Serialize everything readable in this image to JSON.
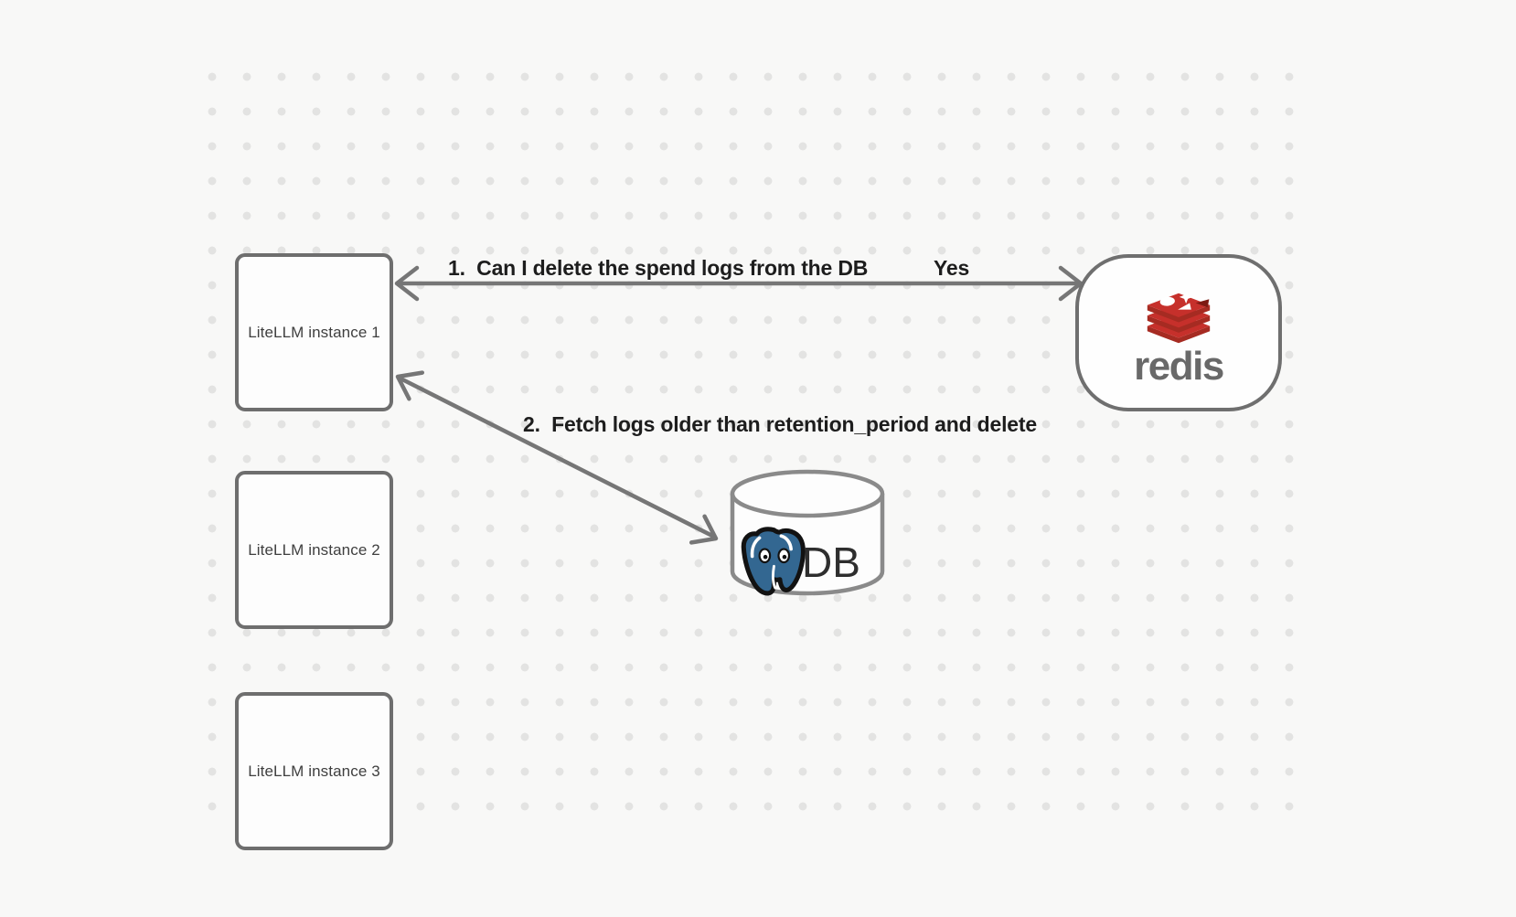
{
  "canvas": {
    "background_color": "#f8f8f7",
    "dot_color": "#e3e3e2"
  },
  "nodes": {
    "instances": [
      {
        "label": "LiteLLM instance 1"
      },
      {
        "label": "LiteLLM instance 2"
      },
      {
        "label": "LiteLLM instance 3"
      }
    ],
    "redis": {
      "label": "redis",
      "logo_red": "#c6302b",
      "wordmark_color": "#696969"
    },
    "db": {
      "label": "DB",
      "postgres_blue": "#336791"
    }
  },
  "edges": {
    "redis_edge": {
      "label": "1.  Can I delete the spend logs from the DB",
      "answer": "Yes"
    },
    "db_edge": {
      "label": "2.  Fetch logs older than retention_period and delete"
    }
  },
  "icons": {
    "redis_logo": "redis-stack-logo",
    "postgres_logo": "postgresql-elephant-logo",
    "database": "cylinder-database-shape"
  },
  "colors": {
    "stroke_gray": "#6e6e6e",
    "arrow_gray": "#767676",
    "text_dark": "#1d1d1d"
  }
}
